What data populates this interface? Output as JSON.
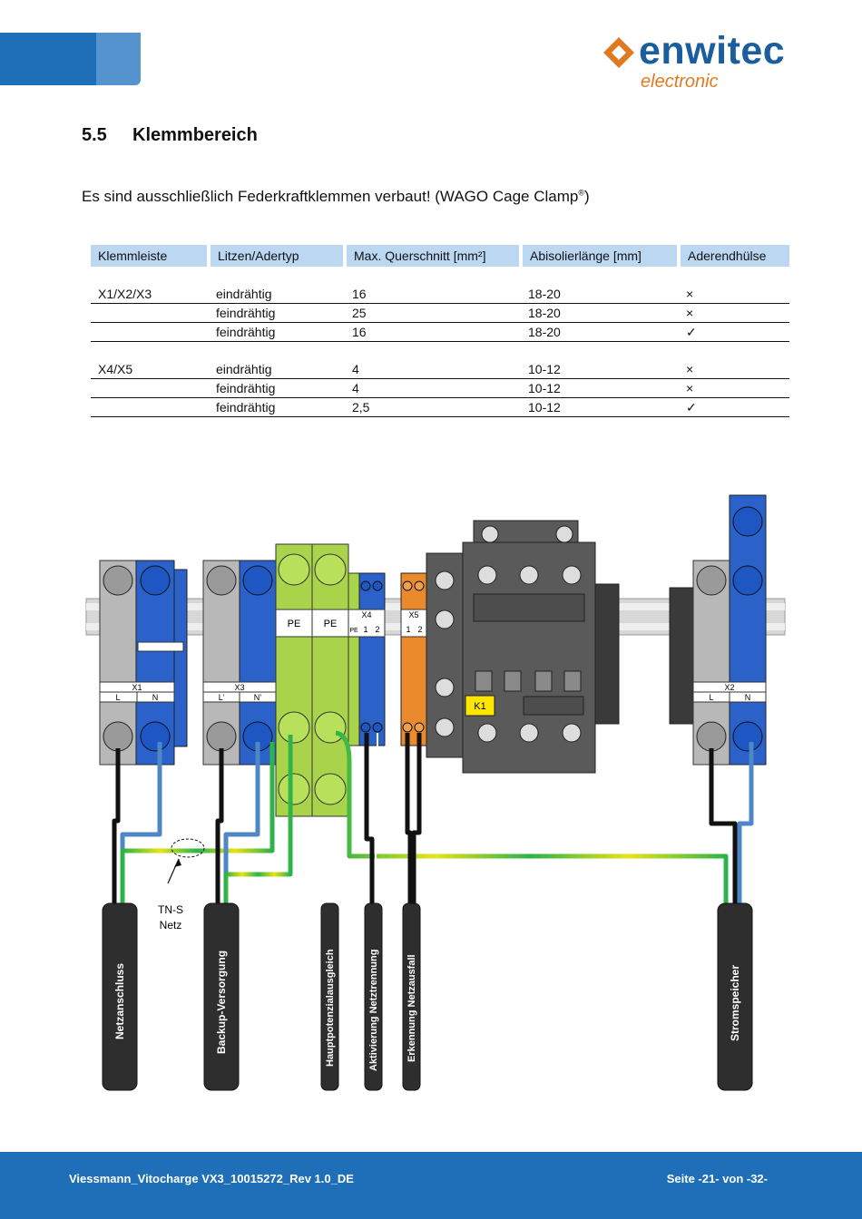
{
  "header": {
    "logo": {
      "name": "enwitec",
      "sub": "electronic"
    }
  },
  "section": {
    "number": "5.5",
    "title": "Klemmbereich"
  },
  "intro": {
    "text": "Es sind ausschließlich Federkraftklemmen verbaut! (WAGO Cage Clamp",
    "sup": "®",
    "end": ")"
  },
  "table": {
    "headers": [
      "Klemmleiste",
      "Litzen/Adertyp",
      "Max. Querschnitt [mm²]",
      "Abisolierlänge [mm]",
      "Aderendhülse"
    ],
    "groups": [
      {
        "rows": [
          [
            "X1/X2/X3",
            "eindrähtig",
            "16",
            "18-20",
            "×"
          ],
          [
            "",
            "feindrähtig",
            "25",
            "18-20",
            "×"
          ],
          [
            "",
            "feindrähtig",
            "16",
            "18-20",
            "✓"
          ]
        ]
      },
      {
        "rows": [
          [
            "X4/X5",
            "eindrähtig",
            "4",
            "10-12",
            "×"
          ],
          [
            "",
            "feindrähtig",
            "4",
            "10-12",
            "×"
          ],
          [
            "",
            "feindrähtig",
            "2,5",
            "10-12",
            "✓"
          ]
        ]
      }
    ]
  },
  "diagram": {
    "terminals": {
      "x1": {
        "label": "X1",
        "l": "L",
        "n": "N"
      },
      "x3": {
        "label": "X3",
        "l": "L’",
        "n": "N’"
      },
      "pe1": "PE",
      "pe2": "PE",
      "x4": {
        "label": "X4",
        "pe": "PE",
        "t1": "1",
        "t2": "2"
      },
      "x5": {
        "label": "X5",
        "t1": "1",
        "t2": "2"
      },
      "k1": "K1",
      "x2": {
        "label": "X2",
        "l": "L",
        "n": "N"
      }
    },
    "annotation": {
      "line1": "TN-S",
      "line2": "Netz"
    },
    "cables": [
      "Netzanschluss",
      "Backup-Versorgung",
      "Hauptpotenzialausgleich",
      "Aktivierung Netztrennung",
      "Erkennung Netzausfall",
      "Stromspeicher"
    ],
    "colors": {
      "rail": "#d7d7d7",
      "blue": "#2a62c9",
      "grey": "#b8b8b8",
      "green": "#a9d34a",
      "orange": "#e98a2c",
      "relay": "#5a5a5a",
      "cable": "#2e2e2e",
      "k1_label": "#ffe600"
    }
  },
  "footer": {
    "left": "Viessmann_Vitocharge VX3_10015272_Rev 1.0_DE",
    "right": "Seite -21- von -32-"
  }
}
